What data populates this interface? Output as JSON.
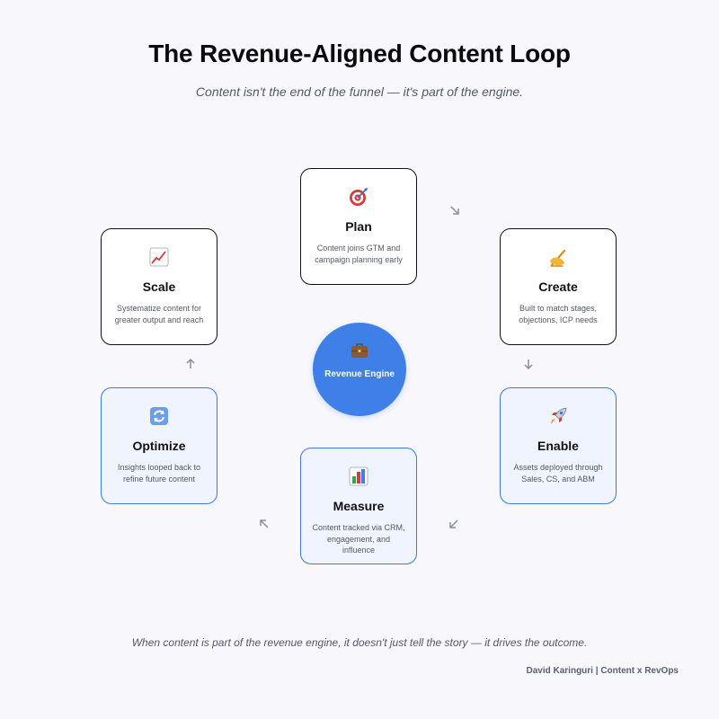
{
  "title": "The Revenue-Aligned Content Loop",
  "subtitle": "Content isn't the end of the funnel — it's part of the engine.",
  "hub": {
    "icon": "briefcase-icon",
    "label": "Revenue Engine"
  },
  "stages": [
    {
      "icon": "target-icon",
      "label": "Plan",
      "description": "Content joins GTM and campaign planning early"
    },
    {
      "icon": "writing-hand-icon",
      "label": "Create",
      "description": "Built to match stages, objections, ICP needs"
    },
    {
      "icon": "rocket-icon",
      "label": "Enable",
      "description": "Assets deployed through Sales, CS, and ABM"
    },
    {
      "icon": "bar-chart-icon",
      "label": "Measure",
      "description": "Content tracked via CRM, engagement, and influence"
    },
    {
      "icon": "refresh-icon",
      "label": "Optimize",
      "description": "Insights looped back to refine future content"
    },
    {
      "icon": "trend-up-icon",
      "label": "Scale",
      "description": "Systematize content for greater output and reach"
    }
  ],
  "footer": "When content is part of the revenue engine, it doesn't just tell the story — it drives the outcome.",
  "signature": "David Karinguri | Content x RevOps",
  "colors": {
    "accent": "#3f7fe8",
    "card_border": "#111111",
    "highlight_border": "#3b7ae0",
    "highlight_fill": "#eff4fe"
  }
}
